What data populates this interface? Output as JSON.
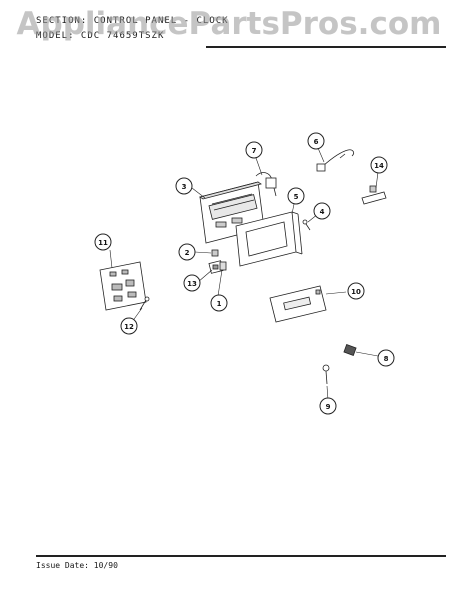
{
  "watermark": "AppliancePartsPros.com",
  "header": {
    "section_line": "SECTION: CONTROL PANEL - CLOCK",
    "model_line": "MODEL: CDC 74659TSZK"
  },
  "footer": {
    "issue_date": "Issue Date: 10/90"
  },
  "callouts": [
    {
      "id": "callout-1",
      "label": "1"
    },
    {
      "id": "callout-2",
      "label": "2"
    },
    {
      "id": "callout-3",
      "label": "3"
    },
    {
      "id": "callout-4",
      "label": "4"
    },
    {
      "id": "callout-5",
      "label": "5"
    },
    {
      "id": "callout-6",
      "label": "6"
    },
    {
      "id": "callout-7",
      "label": "7"
    },
    {
      "id": "callout-8",
      "label": "8"
    },
    {
      "id": "callout-9",
      "label": "9"
    },
    {
      "id": "callout-10",
      "label": "10"
    },
    {
      "id": "callout-11",
      "label": "11"
    },
    {
      "id": "callout-12",
      "label": "12"
    },
    {
      "id": "callout-13",
      "label": "13"
    },
    {
      "id": "callout-14",
      "label": "14"
    }
  ]
}
